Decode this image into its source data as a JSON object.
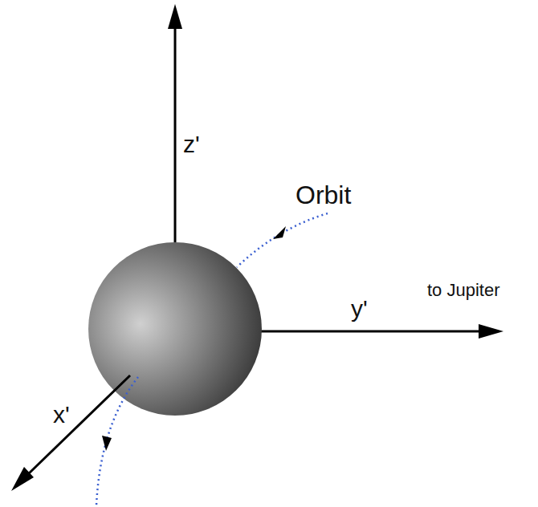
{
  "diagram": {
    "labels": [
      "z'",
      "Orbit",
      "y'",
      "to Jupiter",
      "x'"
    ]
  }
}
